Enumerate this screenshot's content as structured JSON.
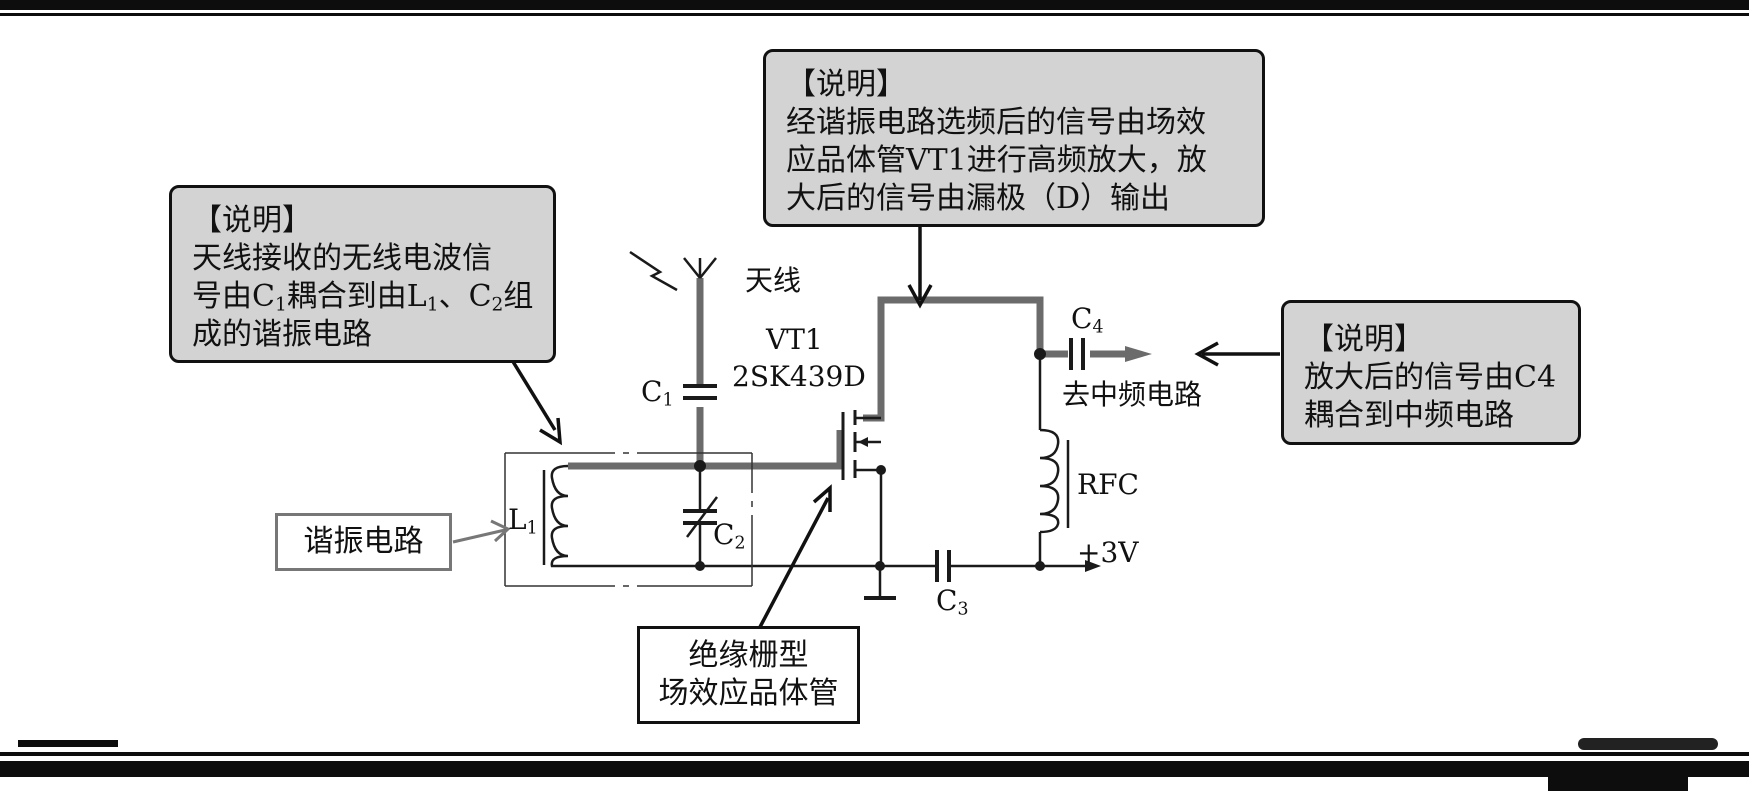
{
  "note1": {
    "header": "【说明】",
    "lines": [
      "天线接收的无线电波信",
      "号由C",
      "1",
      "耦合到由L",
      "1",
      "、C",
      "2",
      "组",
      "成的谐振电路"
    ]
  },
  "note2": {
    "header": "【说明】",
    "lines": [
      "经谐振电路选频后的信号由场效",
      "应品体管VT1进行高频放大，放",
      "大后的信号由漏极（D）输出"
    ]
  },
  "note3": {
    "header": "【说明】",
    "lines": [
      "放大后的信号由C4",
      "耦合到中频电路"
    ]
  },
  "labels": {
    "resonant_circuit": "谐振电路",
    "mosfet": [
      "绝缘栅型",
      "场效应品体管"
    ],
    "antenna": "天线",
    "transistor_name": "VT1",
    "transistor_model": "2SK439D",
    "output": "去中频电路",
    "rfc": "RFC",
    "supply": "+3V",
    "C1": [
      "C",
      "1"
    ],
    "C2": [
      "C",
      "2"
    ],
    "C3": [
      "C",
      "3"
    ],
    "C4": [
      "C",
      "4"
    ],
    "L1": [
      "L",
      "1"
    ]
  },
  "colors": {
    "highlight_path": "#6b6b6b",
    "callout_fill": "#d3d3d3",
    "wire": "#1a1a1a",
    "label_box_border": "#777777"
  }
}
